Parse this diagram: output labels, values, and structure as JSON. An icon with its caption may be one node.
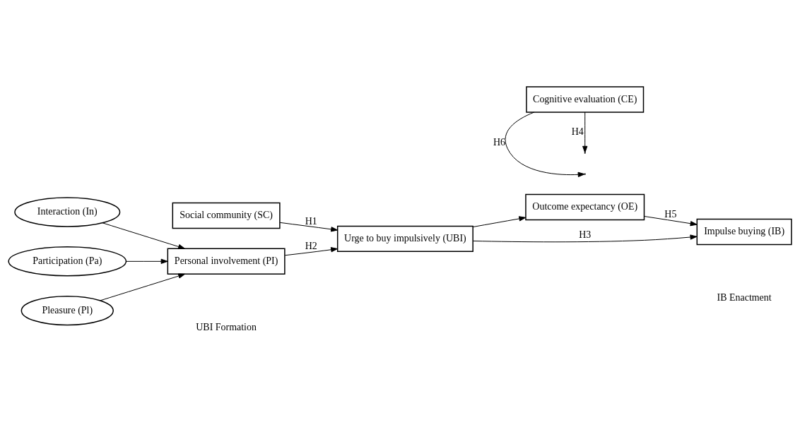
{
  "diagram": {
    "nodes": [
      {
        "text": [
          "Interaction (In)"
        ]
      },
      {
        "text": [
          "Participation (Pa)"
        ]
      },
      {
        "text": [
          "Pleasure (Pl)"
        ]
      },
      {
        "text": [
          "Social community (SC)"
        ]
      },
      {
        "text": [
          "Personal involvement (PI)"
        ]
      },
      {
        "text": [
          "Urge to buy impulsively (UBI)"
        ]
      },
      {
        "text": [
          "Outcome expectancy (OE)"
        ]
      },
      {
        "text": [
          "Cognitive evaluation (CE)"
        ]
      },
      {
        "text": [
          "Impulse buying (IB)"
        ]
      }
    ],
    "edges": [
      {
        "from": 0,
        "to": 4,
        "arrow": "to"
      },
      {
        "from": 1,
        "to": 4,
        "arrow": "to"
      },
      {
        "from": 2,
        "to": 4,
        "arrow": "to"
      },
      {
        "from": 3,
        "to": 5,
        "arrow": "to",
        "label": "H1"
      },
      {
        "from": 4,
        "to": 5,
        "arrow": "to",
        "label": "H2"
      },
      {
        "from": 5,
        "to": 6,
        "arrow": "to"
      },
      {
        "from": 5,
        "to": 8,
        "arrow": "to",
        "label": "H3"
      },
      {
        "from": 6,
        "to": 8,
        "arrow": "to",
        "label": "H5"
      },
      {
        "from": 7,
        "to": null,
        "arrow": "to",
        "label": "H6"
      },
      {
        "from": 7,
        "to": null,
        "arrow": "to",
        "label": "H4"
      }
    ],
    "labels": [
      "UBI Formation",
      "IB Enactment"
    ]
  }
}
